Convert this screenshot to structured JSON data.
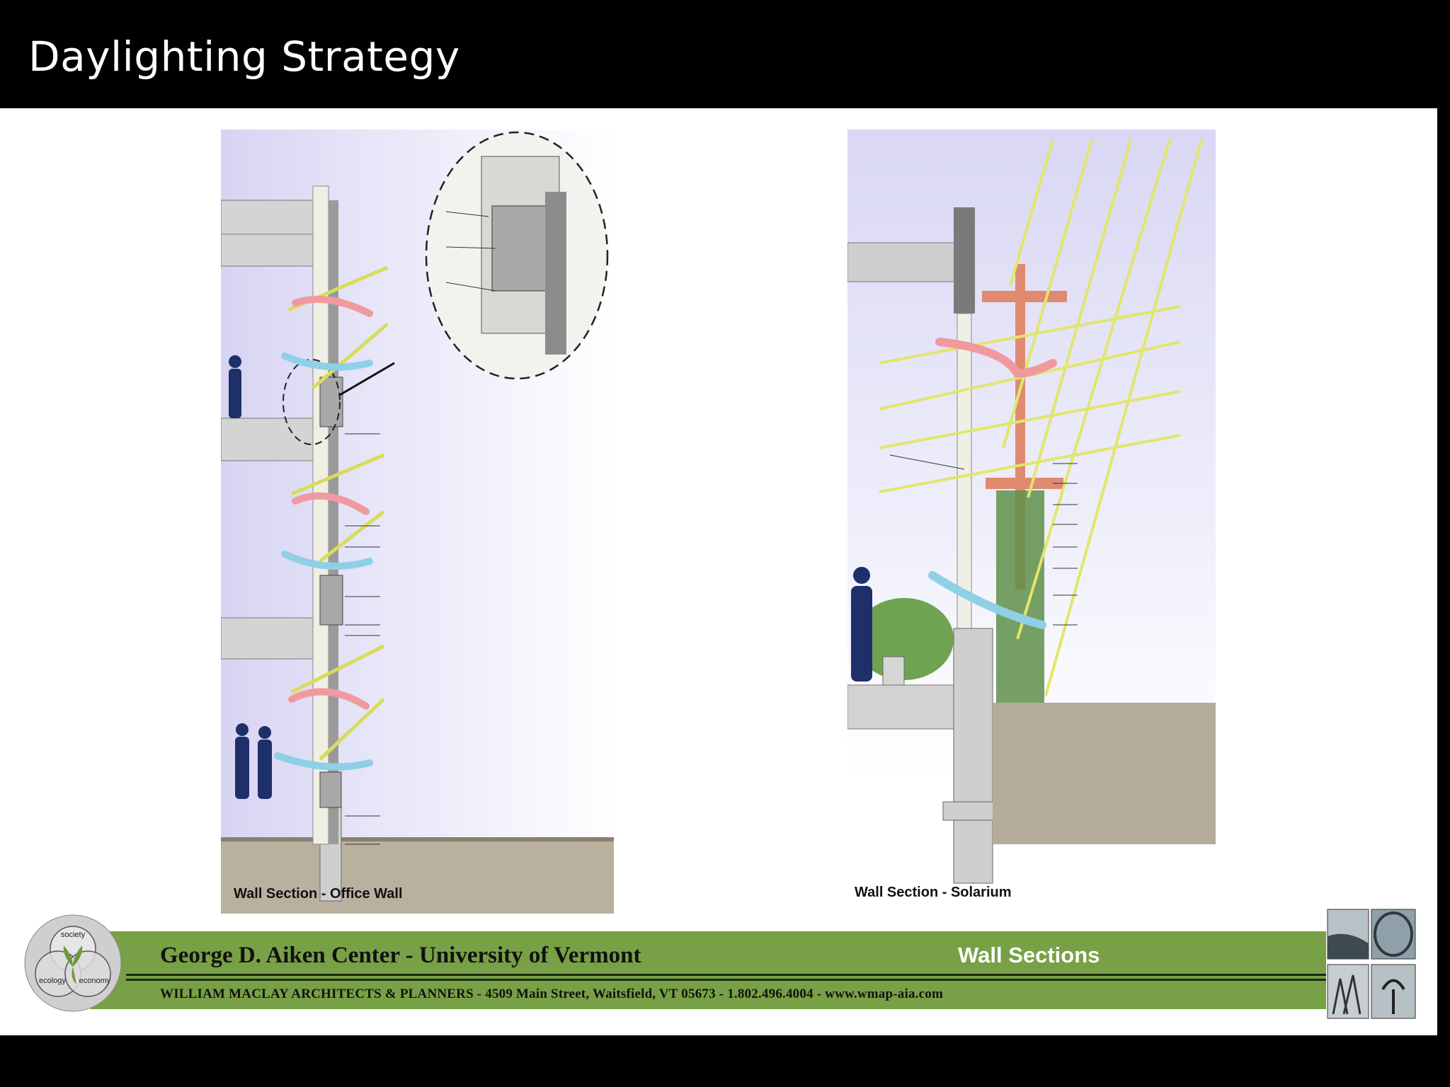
{
  "slide": {
    "title": "Daylighting Strategy"
  },
  "diagram": {
    "left_caption": "Wall Section - Office Wall",
    "right_caption": "Wall Section - Solarium"
  },
  "title_block": {
    "project": "George D. Aiken Center - University of Vermont",
    "sheet_title": "Wall Sections",
    "firm_line": "WILLIAM MACLAY ARCHITECTS & PLANNERS - 4509 Main Street, Waitsfield, VT 05673 - 1.802.496.4004 - www.wmap-aia.com",
    "logo_labels": [
      "society",
      "ecology",
      "economy"
    ]
  },
  "colors": {
    "title_background": "#000000",
    "band_green": "#78a046",
    "sunlight_yellow": "#e8ec6a",
    "warm_air": "#f09aa0",
    "cool_air": "#8fd0e6",
    "figure_navy": "#1f2f6a",
    "steel_orange": "#e08a70"
  }
}
